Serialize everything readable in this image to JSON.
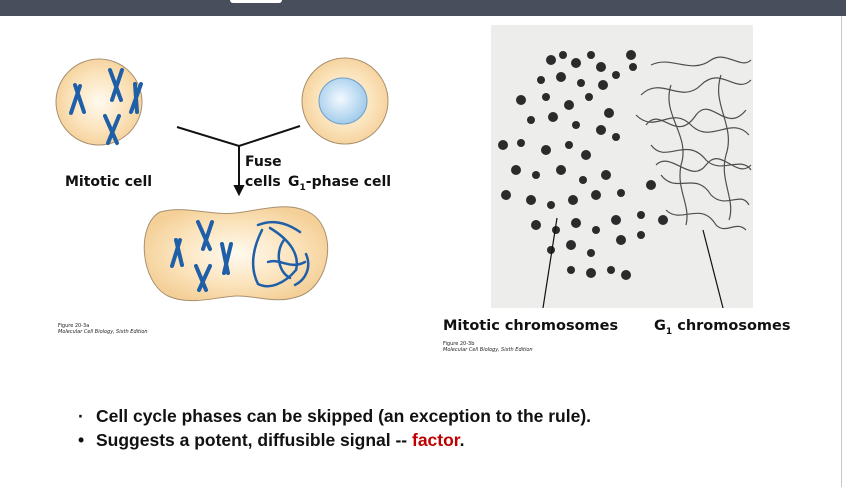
{
  "window": {
    "topbar_color": "#484e5c"
  },
  "figure_left": {
    "labels": {
      "mitotic_cell": "Mitotic cell",
      "fuse": "Fuse",
      "cells": "cells",
      "g1_prefix": "G",
      "g1_sub": "1",
      "g1_suffix": "-phase cell"
    },
    "caption": {
      "line1": "Figure 20-3a",
      "line2": "Molecular Cell Biology, Sixth Edition"
    }
  },
  "figure_right": {
    "labels": {
      "mitotic_chromosomes": "Mitotic chromosomes",
      "g1_prefix": "G",
      "g1_sub": "1",
      "g1_suffix": " chromosomes"
    },
    "caption": {
      "line1": "Figure 20-3b",
      "line2": "Molecular Cell Biology, Sixth Edition"
    }
  },
  "bullets": [
    {
      "marker": "·",
      "text": "Cell cycle phases can be skipped  (an exception to the rule)."
    },
    {
      "marker": "•",
      "text": "Suggests a potent, diffusible signal -- ",
      "highlight": "factor",
      "suffix": "."
    }
  ],
  "colors": {
    "cell_fill": "#f8dcae",
    "chromosome": "#1f5fa8",
    "nucleus": "#bcdcf2",
    "highlight": "#c00000"
  }
}
